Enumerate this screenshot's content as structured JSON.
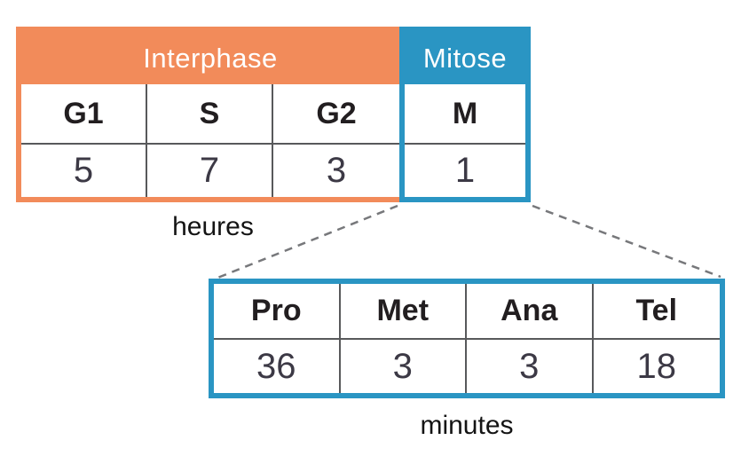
{
  "top_table": {
    "group_headers": [
      {
        "label": "Interphase",
        "color": "#F28B5A"
      },
      {
        "label": "Mitose",
        "color": "#2A95C3"
      }
    ],
    "columns": [
      {
        "phase": "G1",
        "value": "5"
      },
      {
        "phase": "S",
        "value": "7"
      },
      {
        "phase": "G2",
        "value": "3"
      },
      {
        "phase": "M",
        "value": "1"
      }
    ],
    "unit_label": "heures"
  },
  "bottom_table": {
    "columns": [
      {
        "phase": "Pro",
        "value": "36"
      },
      {
        "phase": "Met",
        "value": "3"
      },
      {
        "phase": "Ana",
        "value": "3"
      },
      {
        "phase": "Tel",
        "value": "18"
      }
    ],
    "unit_label": "minutes"
  },
  "colors": {
    "interphase_orange": "#F28B5A",
    "mitose_blue": "#2A95C3",
    "grid_line_gray": "#58595B",
    "dashed_connector_gray": "#77787B"
  }
}
